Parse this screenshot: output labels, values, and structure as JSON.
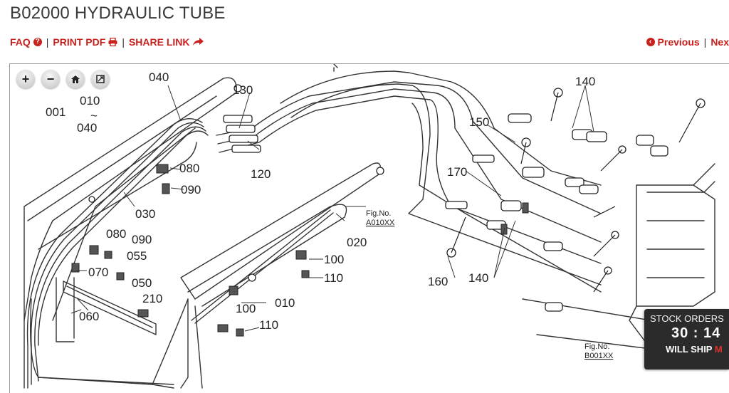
{
  "page": {
    "title": "B02000 HYDRAULIC TUBE"
  },
  "toolbar": {
    "faq_label": "FAQ",
    "print_label": "PRINT PDF",
    "share_label": "SHARE LINK",
    "separator": "|"
  },
  "nav": {
    "previous_label": "Previous",
    "next_label": "Nex"
  },
  "diagram": {
    "callouts": [
      "040",
      "130",
      "001",
      "010",
      "~",
      "040",
      "140",
      "150",
      "170",
      "080",
      "090",
      "120",
      "030",
      "020",
      "080",
      "090",
      "055",
      "100",
      "070",
      "110",
      "050",
      "210",
      "060",
      "010",
      "100",
      "110",
      "160",
      "140"
    ],
    "fig_refs": [
      {
        "line1": "Fig.No.",
        "line2": "A010XX"
      },
      {
        "line1": "Fig.No.",
        "line2": "B001XX"
      }
    ]
  },
  "stock_banner": {
    "header": "STOCK ORDERS",
    "timer": "30 : 14",
    "ship_prefix": "WILL SHIP ",
    "ship_suffix": "M",
    "bg_color": "#2b2b2b",
    "accent_color": "#e0302c"
  },
  "icons": {
    "faq": "question-circle-icon",
    "print": "printer-icon",
    "share": "share-arrow-icon",
    "previous": "chevron-left-circle-icon",
    "zoom_in": "plus-icon",
    "zoom_out": "minus-icon",
    "home": "home-icon",
    "fullscreen": "fullscreen-icon"
  },
  "colors": {
    "link": "#c9211e",
    "title": "#3a3a3a"
  }
}
